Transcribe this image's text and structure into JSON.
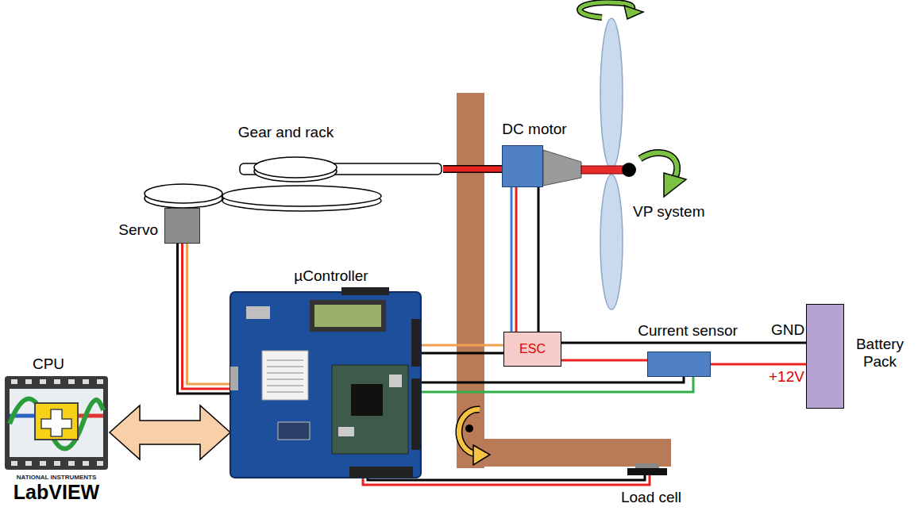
{
  "diagram": {
    "nodes": [
      {
        "text": [
          "Gear and rack"
        ]
      },
      {
        "text": [
          "DC motor"
        ]
      },
      {
        "text": [
          "Servo"
        ]
      },
      {
        "text": [
          "µController"
        ]
      },
      {
        "text": [
          "CPU",
          "NATIONAL INSTRUMENTS",
          "LabVIEW"
        ]
      },
      {
        "text": [
          "ESC"
        ]
      },
      {
        "text": [
          "Current sensor"
        ]
      },
      {
        "text": [
          "Battery Pack"
        ]
      },
      {
        "text": [
          "Load cell"
        ]
      }
    ],
    "edges": [
      {
        "from": 0,
        "to": 1,
        "arrow": "none"
      },
      {
        "from": 2,
        "to": 3,
        "arrow": "none"
      },
      {
        "from": 3,
        "to": 5,
        "arrow": "none"
      },
      {
        "from": 5,
        "to": 1,
        "arrow": "none"
      },
      {
        "from": 5,
        "to": 7,
        "label": "GND",
        "arrow": "none"
      },
      {
        "from": 5,
        "to": 6,
        "arrow": "none"
      },
      {
        "from": 6,
        "to": 7,
        "label": "+12V",
        "arrow": "none"
      },
      {
        "from": 6,
        "to": 3,
        "arrow": "none"
      },
      {
        "from": 3,
        "to": 8,
        "arrow": "none"
      },
      {
        "from": 4,
        "to": 3,
        "arrow": "both"
      }
    ],
    "labels": [
      "VP system"
    ]
  }
}
